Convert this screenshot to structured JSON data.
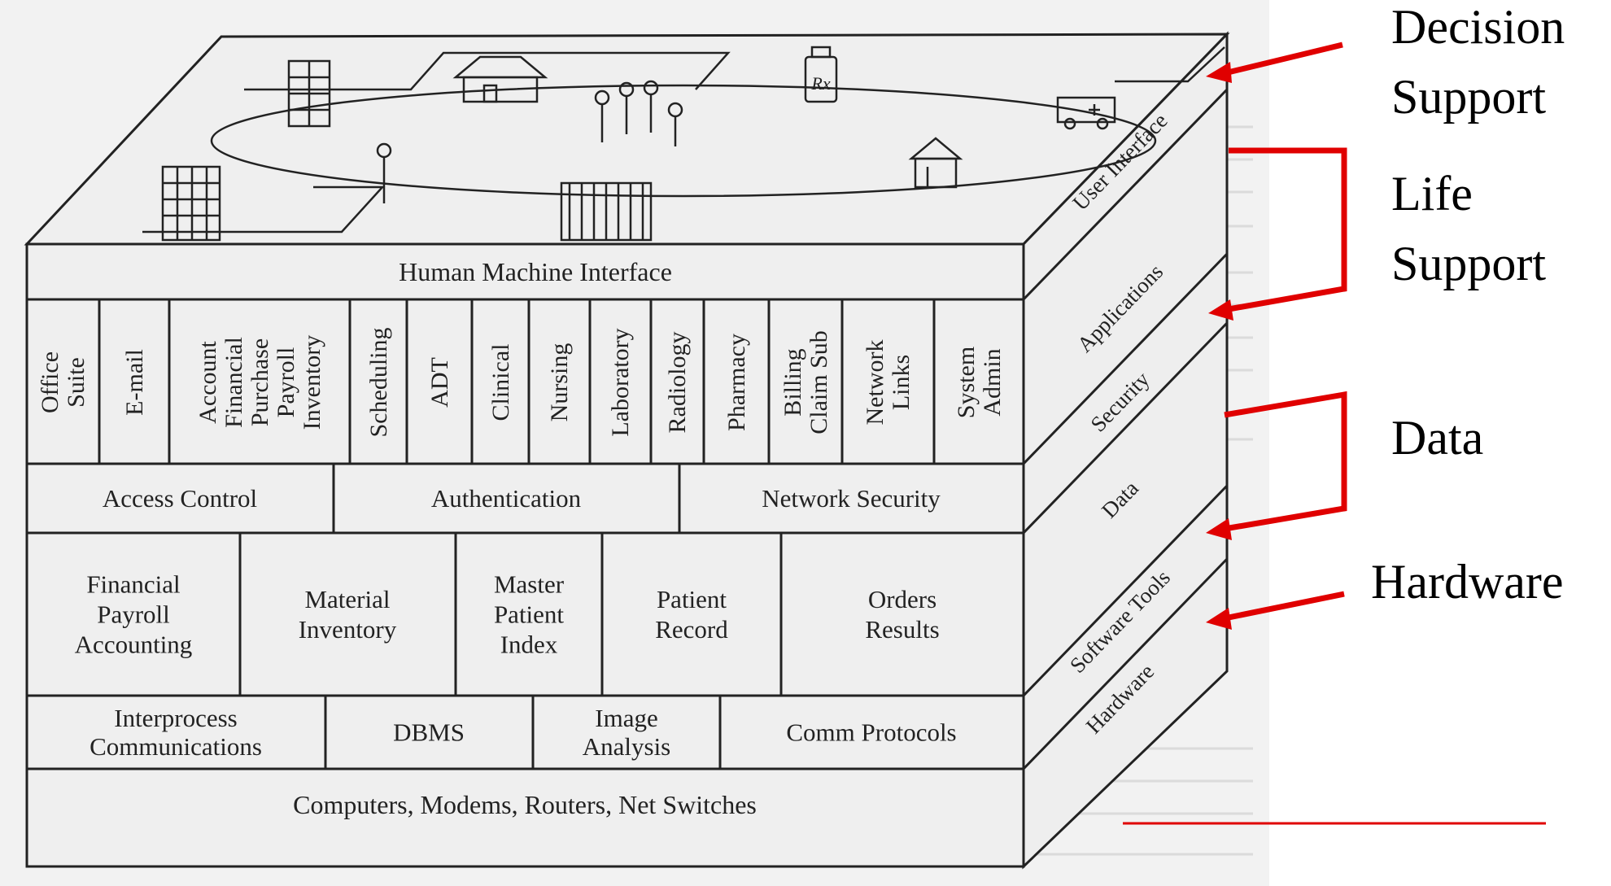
{
  "diagram": {
    "top": "Human Machine Interface",
    "applications": [
      [
        "Office",
        "Suite"
      ],
      [
        "E-mail"
      ],
      [
        "Account",
        "Financial",
        "Purchase",
        "Payroll",
        "Inventory"
      ],
      [
        "Scheduling"
      ],
      [
        "ADT"
      ],
      [
        "Clinical"
      ],
      [
        "Nursing"
      ],
      [
        "Laboratory"
      ],
      [
        "Radiology"
      ],
      [
        "Pharmacy"
      ],
      [
        "Billing",
        "Claim Sub"
      ],
      [
        "Network",
        "Links"
      ],
      [
        "System",
        "Admin"
      ]
    ],
    "security": [
      "Access Control",
      "Authentication",
      "Network Security"
    ],
    "data": [
      [
        "Financial",
        "Payroll",
        "Accounting"
      ],
      [
        "Material",
        "Inventory"
      ],
      [
        "Master",
        "Patient",
        "Index"
      ],
      [
        "Patient",
        "Record"
      ],
      [
        "Orders",
        "Results"
      ]
    ],
    "software_tools": [
      [
        "Interprocess",
        "Communications"
      ],
      [
        "DBMS"
      ],
      [
        "Image",
        "Analysis"
      ],
      [
        "Comm Protocols"
      ]
    ],
    "hardware": "Computers, Modems, Routers, Net Switches",
    "side_layers": [
      "User Interface",
      "Applications",
      "Security",
      "Data",
      "Software Tools",
      "Hardware"
    ],
    "rx_symbol": "Rx"
  },
  "annotations": {
    "decision": [
      "Decision",
      "Support"
    ],
    "life": [
      "Life",
      "Support"
    ],
    "data": "Data",
    "hardware": "Hardware"
  },
  "colors": {
    "arrow": "#e00000",
    "line": "#222222",
    "paper": "#f2f2f2"
  }
}
